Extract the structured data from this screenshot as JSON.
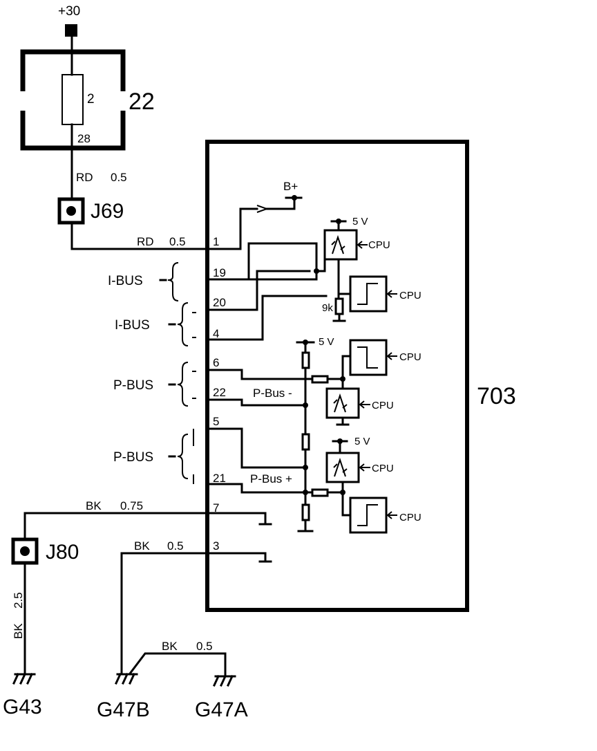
{
  "supply": {
    "label": "+30"
  },
  "fuse_box": {
    "id": "22",
    "fuse_number": "2",
    "pin": "28"
  },
  "wires": {
    "w1": {
      "color": "RD",
      "size": "0.5"
    },
    "w2": {
      "color": "RD",
      "size": "0.5"
    },
    "w3": {
      "color": "BK",
      "size": "0.75"
    },
    "w4": {
      "color": "BK",
      "size": "0.5"
    },
    "w5": {
      "color": "BK",
      "size": "0.5"
    },
    "w6": {
      "color": "BK",
      "size": "2.5"
    }
  },
  "connectors": {
    "j69": "J69",
    "j80": "J80"
  },
  "module": {
    "id": "703"
  },
  "pins": {
    "p1": "1",
    "p19": "19",
    "p20": "20",
    "p4": "4",
    "p6": "6",
    "p22": "22",
    "p5": "5",
    "p21": "21",
    "p7": "7",
    "p3": "3"
  },
  "buses": {
    "ibus1": "I-BUS",
    "ibus2": "I-BUS",
    "pbus1": "P-BUS",
    "pbus2": "P-BUS"
  },
  "internal": {
    "bplus": "B+",
    "v5_1": "5 V",
    "v5_2": "5 V",
    "v5_3": "5 V",
    "cpu1": "CPU",
    "cpu2": "CPU",
    "cpu3": "CPU",
    "cpu4": "CPU",
    "cpu5": "CPU",
    "cpu6": "CPU",
    "resistor": "9k",
    "pbus_minus": "P-Bus -",
    "pbus_plus": "P-Bus +"
  },
  "grounds": {
    "g43": "G43",
    "g47b": "G47B",
    "g47a": "G47A"
  }
}
